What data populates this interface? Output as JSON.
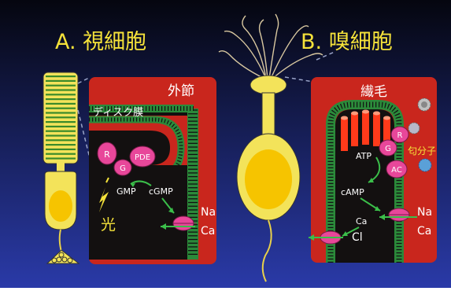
{
  "colors": {
    "bg_top": "#05060f",
    "bg_bottom": "#2a3aa8",
    "cell_yellow": "#f3e35a",
    "nucleus": "#f6c400",
    "panel_red": "#c9261d",
    "membrane_green": "#2b8a3a",
    "protein_pink": "#e8479a",
    "channel_red": "#ff3a1a",
    "text_white": "#ffffff",
    "text_yellow": "#f5e23a"
  },
  "titles": {
    "a": "A. 視細胞",
    "b": "B. 嗅細胞"
  },
  "panel_a": {
    "segment_label": "外節",
    "disk_label": "ディスク膜",
    "proteins": [
      "R",
      "G",
      "PDE"
    ],
    "gmp": "GMP",
    "cgmp": "cGMP",
    "light": "光",
    "ion_in": "Na",
    "ion_out": "Ca"
  },
  "panel_b": {
    "cilia_label": "繊毛",
    "proteins": [
      "R",
      "G",
      "AC"
    ],
    "odorant": "匂分子",
    "atp": "ATP",
    "camp": "cAMP",
    "ca_in": "Ca",
    "na": "Na",
    "ca": "Ca",
    "cl": "Cl"
  }
}
